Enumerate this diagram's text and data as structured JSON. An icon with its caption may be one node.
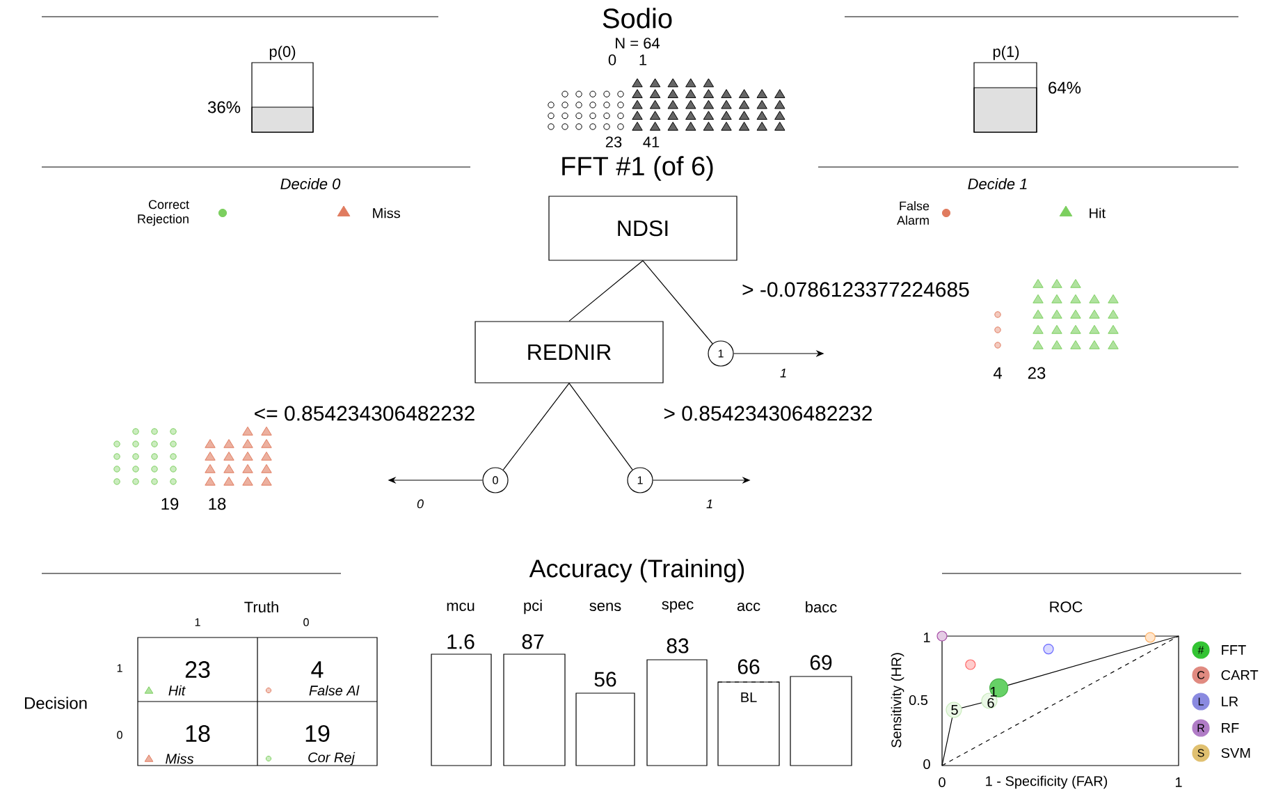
{
  "diagram": {
    "title": "Sodio",
    "nodes": [
      {
        "text": [
          "NDSI"
        ]
      },
      {
        "text": [
          "REDNIR"
        ]
      },
      {
        "text": [
          "1"
        ]
      },
      {
        "text": [
          "0"
        ]
      },
      {
        "text": [
          "1"
        ]
      }
    ],
    "edges": [
      {
        "from": 0,
        "to": 1,
        "arrow": "none"
      },
      {
        "from": 0,
        "to": 2,
        "arrow": "none",
        "label": "> -0.0786123377224685"
      },
      {
        "from": 1,
        "to": 3,
        "arrow": "none",
        "label": "<= 0.854234306482232"
      },
      {
        "from": 1,
        "to": 4,
        "arrow": "none",
        "label": "> 0.854234306482232"
      },
      {
        "from": 2,
        "to": null,
        "arrow": "to",
        "label": "1"
      },
      {
        "from": 3,
        "to": null,
        "arrow": "to",
        "label": "0"
      },
      {
        "from": 4,
        "to": null,
        "arrow": "to",
        "label": "1"
      }
    ],
    "labels": [
      "N = 64",
      "0",
      "1",
      "23",
      "41",
      "p(0)",
      "36%",
      "p(1)",
      "64%",
      "FFT #1 (of 6)",
      "Decide 0",
      "Decide 1",
      "4",
      "23",
      "19",
      "18",
      "Accuracy (Training)",
      "Truth",
      "1",
      "0",
      "Decision",
      "1",
      "0",
      "23",
      "Hit",
      "4",
      "False Al",
      "18",
      "Miss",
      "19",
      "Cor Rej",
      "mcu",
      "pci",
      "sens",
      "spec",
      "acc",
      "bacc",
      "1.6",
      "87",
      "56",
      "83",
      "66",
      "69",
      "BL",
      "ROC",
      "1",
      "0.5",
      "0",
      "0",
      "1",
      "1 - Specificity (FAR)",
      "Sensitivity (HR)",
      "5",
      "6",
      "1",
      "#",
      "C",
      "L",
      "R",
      "S"
    ],
    "legend": [
      {
        "text": "Correct Rejection",
        "color": "#7ccf5f"
      },
      {
        "text": "Miss",
        "color": "#e07b5f"
      },
      {
        "text": "False Alarm",
        "color": "#e07b5f"
      },
      {
        "text": "Hit",
        "color": "#7ccf5f"
      },
      {
        "text": "FFT",
        "color": "#33c433"
      },
      {
        "text": "CART",
        "color": "#e08a80"
      },
      {
        "text": "LR",
        "color": "#8a8ae0"
      },
      {
        "text": "RF",
        "color": "#b07cc6"
      },
      {
        "text": "SVM",
        "color": "#e0c070"
      }
    ]
  }
}
